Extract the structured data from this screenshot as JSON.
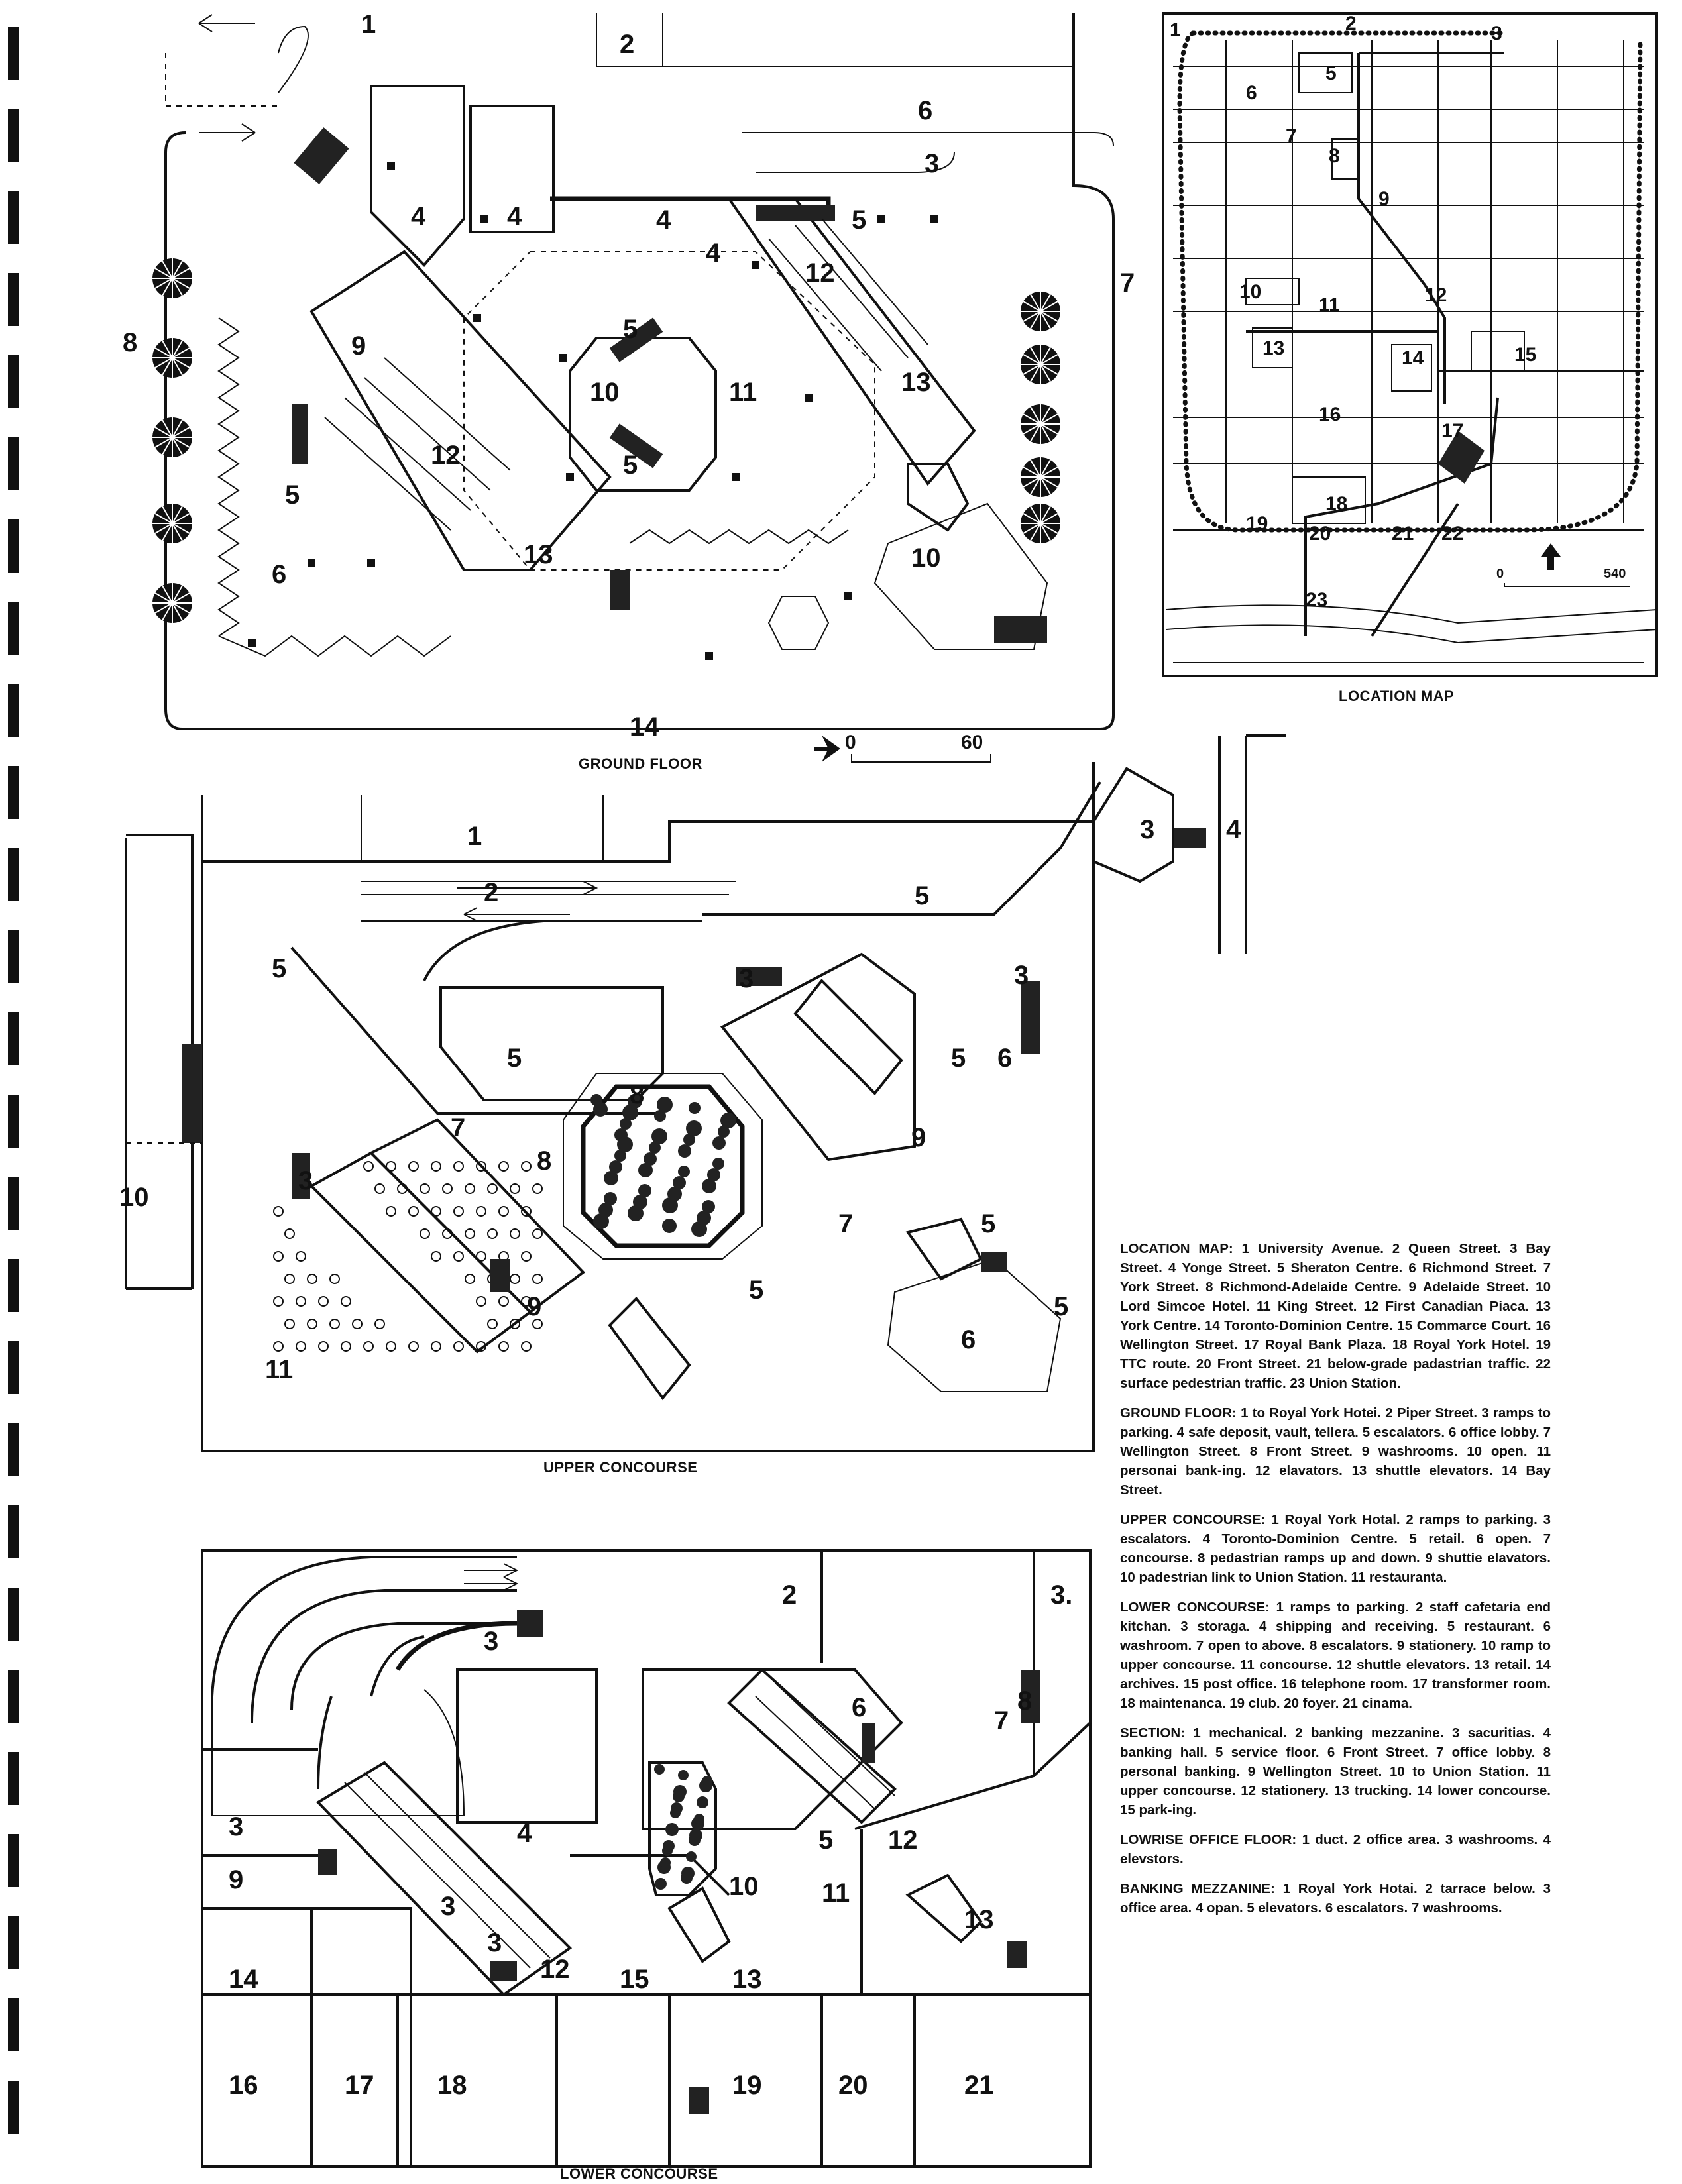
{
  "plans": {
    "ground_floor": {
      "caption": "GROUND FLOOR",
      "labels": [
        "1",
        "2",
        "3",
        "4",
        "4",
        "4",
        "4",
        "5",
        "5",
        "5",
        "5",
        "6",
        "6",
        "7",
        "8",
        "9",
        "10",
        "10",
        "11",
        "12",
        "12",
        "13",
        "13",
        "14"
      ],
      "scale": {
        "start": "0",
        "end": "60"
      }
    },
    "location_map": {
      "caption": "LOCATION MAP",
      "labels": [
        "1",
        "2",
        "3",
        "5",
        "6",
        "7",
        "8",
        "9",
        "10",
        "11",
        "12",
        "13",
        "14",
        "15",
        "16",
        "17",
        "18",
        "19",
        "20",
        "21",
        "22",
        "23"
      ],
      "scale": {
        "start": "0",
        "end": "540"
      }
    },
    "upper_concourse": {
      "caption": "UPPER CONCOURSE",
      "labels": [
        "1",
        "2",
        "3",
        "3",
        "3",
        "3",
        "4",
        "5",
        "5",
        "5",
        "5",
        "5",
        "5",
        "5",
        "6",
        "6",
        "7",
        "7",
        "8",
        "8",
        "9",
        "9",
        "10",
        "11"
      ]
    },
    "lower_concourse": {
      "caption": "LOWER CONCOURSE",
      "labels": [
        "2",
        "3.",
        "3",
        "3",
        "3",
        "3",
        "4",
        "5",
        "6",
        "7",
        "8",
        "9",
        "10",
        "11",
        "12",
        "12",
        "13",
        "13",
        "14",
        "15",
        "16",
        "17",
        "18",
        "19",
        "20",
        "21"
      ]
    }
  },
  "legend": [
    {
      "title": "LOCATION MAP:",
      "text": "1 University Avenue. 2 Queen Street. 3 Bay Street. 4 Yonge Street. 5 Sheraton Centre. 6 Richmond Street. 7 York Street. 8 Richmond-Adelaide Centre. 9 Adelaide Street. 10 Lord Simcoe Hotel. 11 King Street. 12 First Canadian Piaca. 13 York Centre. 14 Toronto-Dominion Centre. 15 Commarce Court. 16 Wellington Street. 17 Royal Bank Plaza. 18 Royal York Hotel. 19 TTC route. 20 Front Street. 21 below-grade padastrian traffic. 22 surface pedestrian traffic. 23 Union Station."
    },
    {
      "title": "GROUND FLOOR:",
      "text": "1 to Royal York Hotei. 2 Piper Street. 3 ramps to parking. 4 safe deposit, vault, tellera. 5 escalators. 6 office lobby. 7 Wellington Street. 8 Front Street. 9 washrooms. 10 open. 11 personai bank-ing. 12 elavators. 13 shuttle elevators. 14 Bay Street."
    },
    {
      "title": "UPPER CONCOURSE:",
      "text": "1 Royal York Hotal. 2 ramps to parking. 3 escalators. 4 Toronto-Dominion Centre. 5 retail. 6 open. 7 concourse. 8 pedastrian ramps up and down. 9 shuttie elavators. 10 padestrian link to Union Station. 11 restauranta."
    },
    {
      "title": "LOWER CONCOURSE:",
      "text": "1 ramps to parking. 2 staff cafetaria end kitchan. 3 storaga. 4 shipping and receiving. 5 restaurant. 6 washroom. 7 open to above. 8 escalators. 9 stationery. 10 ramp to upper concourse. 11 concourse. 12 shuttle elevators. 13 retail. 14 archives. 15 post office. 16 telephone room. 17 transformer room. 18 maintenanca. 19 club. 20 foyer. 21 cinama."
    },
    {
      "title": "SECTION:",
      "text": "1 mechanical. 2 banking mezzanine. 3 sacuritias. 4 banking hall. 5 service floor. 6 Front Street. 7 office lobby. 8 personal banking. 9 Wellington Street. 10 to Union Station. 11 upper concourse. 12 stationery. 13 trucking. 14 lower concourse. 15 park-ing."
    },
    {
      "title": "LOWRISE OFFICE FLOOR:",
      "text": "1 duct. 2 office area. 3 washrooms. 4 elevstors."
    },
    {
      "title": "BANKING MEZZANINE:",
      "text": "1 Royal York Hotai. 2 tarrace below. 3 office area. 4 opan. 5 elevators. 6 escalators. 7 washrooms."
    }
  ]
}
